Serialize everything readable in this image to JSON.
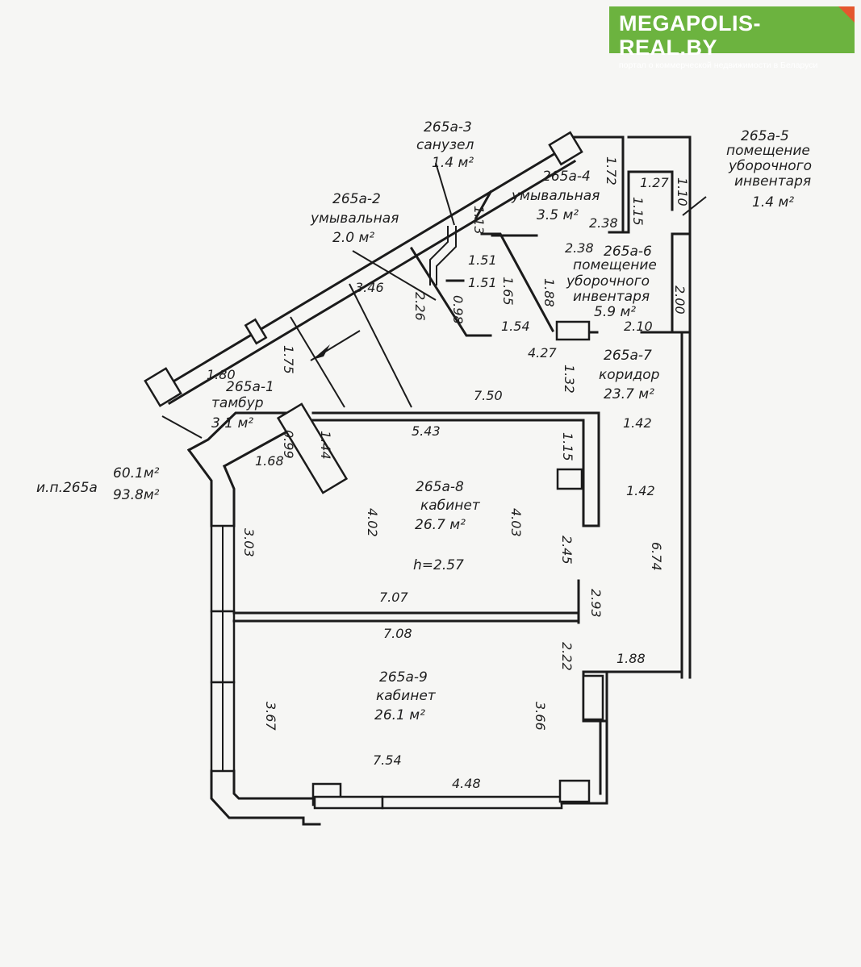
{
  "logo": {
    "title": "MEGAPOLIS-REAL.BY",
    "subtitle": "портал о коммерческой недвижимости в Беларуси",
    "brand_color": "#6cb33f",
    "accent_color": "#e4572e"
  },
  "rooms": {
    "r1": {
      "code": "265а-1",
      "name": "тамбур",
      "area": "3.1 м²"
    },
    "r2": {
      "code": "265а-2",
      "name": "умывальная",
      "area": "2.0 м²"
    },
    "r3": {
      "code": "265а-3",
      "name": "санузел",
      "area": "1.4 м²"
    },
    "r4": {
      "code": "265а-4",
      "name": "умывальная",
      "area": "3.5 м²"
    },
    "r5": {
      "code": "265а-5",
      "name1": "помещение",
      "name2": "уборочного",
      "name3": "инвентаря",
      "area": "1.4 м²"
    },
    "r6": {
      "code": "265а-6",
      "name1": "помещение",
      "name2": "уборочного",
      "name3": "инвентаря",
      "area": "5.9 м²"
    },
    "r7": {
      "code": "265а-7",
      "name": "коридор",
      "area": "23.7 м²"
    },
    "r8": {
      "code": "265а-8",
      "name": "кабинет",
      "area": "26.7 м²"
    },
    "r9": {
      "code": "265а-9",
      "name": "кабинет",
      "area": "26.1 м²"
    }
  },
  "summary": {
    "label": "и.п.265а",
    "area1": "60.1м²",
    "area2": "93.8м²"
  },
  "height": "h=2.57",
  "dims": {
    "d180": "1.80",
    "d175": "1.75",
    "d346": "3.46",
    "d226": "2.26",
    "d098": "0.98",
    "d151a": "1.51",
    "d151b": "1.51",
    "d113": "1.13",
    "d165": "1.65",
    "d188a": "1.88",
    "d154": "1.54",
    "d427": "4.27",
    "d238a": "2.38",
    "d238b": "2.38",
    "d172": "1.72",
    "d127": "1.27",
    "d115a": "1.15",
    "d110": "1.10",
    "d200": "2.00",
    "d210": "2.10",
    "d132": "1.32",
    "d750": "7.50",
    "d543": "5.43",
    "d142a": "1.42",
    "d142b": "1.42",
    "d115b": "1.15",
    "d168": "1.68",
    "d099": "0.99",
    "d144": "1.44",
    "d303": "3.03",
    "d402": "4.02",
    "d403": "4.03",
    "d245": "2.45",
    "d674": "6.74",
    "d707": "7.07",
    "d293": "2.93",
    "d708": "7.08",
    "d222": "2.22",
    "d188b": "1.88",
    "d367": "3.67",
    "d366": "3.66",
    "d754": "7.54",
    "d448": "4.48"
  }
}
